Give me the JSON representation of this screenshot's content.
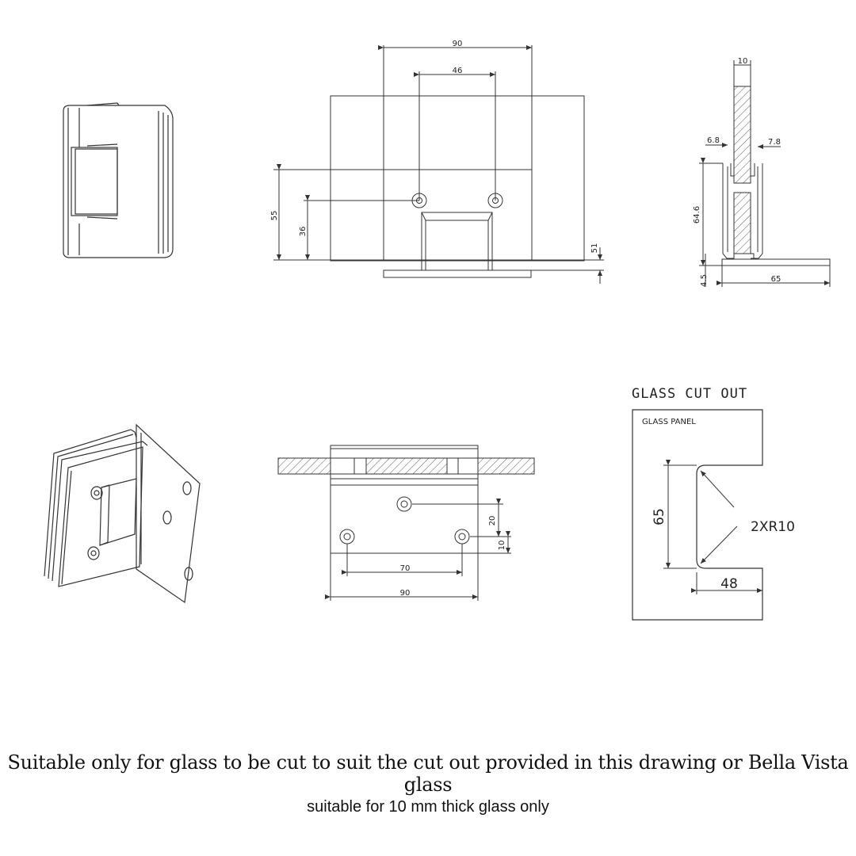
{
  "top_front": {
    "dim_90": "90",
    "dim_46": "46",
    "dim_55": "55",
    "dim_36": "36",
    "dim_51": "51"
  },
  "top_side": {
    "dim_10": "10",
    "dim_68": "6.8",
    "dim_78": "7.8",
    "dim_646": "64.6",
    "dim_45": "4.5",
    "dim_65": "65"
  },
  "bottom_plate": {
    "dim_20": "20",
    "dim_10": "10",
    "dim_70": "70",
    "dim_90": "90"
  },
  "cutout": {
    "title": "GLASS CUT OUT",
    "panel_label": "GLASS PANEL",
    "dim_65": "65",
    "radius": "2XR10",
    "dim_48": "48"
  },
  "notes": {
    "line1": "Suitable only for glass to be cut to suit the cut out provided in this drawing or Bella Vista glass",
    "line2": "suitable for 10 mm thick glass only"
  }
}
